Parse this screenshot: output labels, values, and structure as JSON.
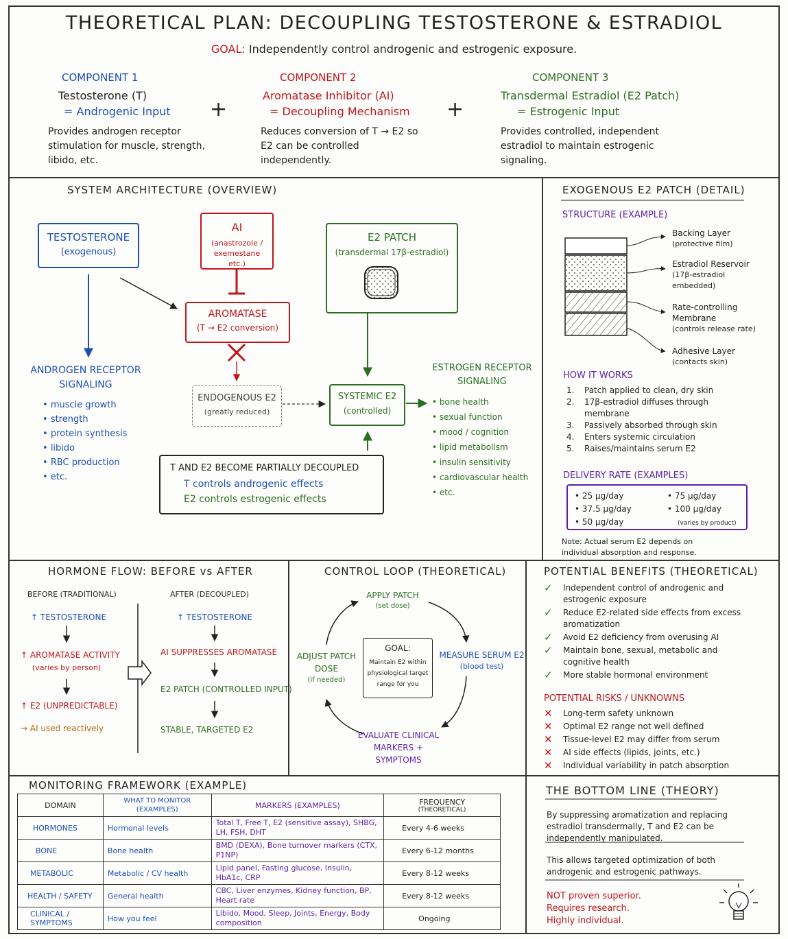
{
  "header": {
    "title": "THEORETICAL PLAN: DECOUPLING TESTOSTERONE & ESTRADIOL",
    "goal_label": "GOAL:",
    "goal_text": "Independently control androgenic and estrogenic exposure."
  },
  "components": [
    {
      "heading": "COMPONENT 1",
      "name": "Testosterone (T)",
      "role": "= Androgenic Input",
      "desc": "Provides androgen receptor stimulation for muscle, strength, libido, etc."
    },
    {
      "heading": "COMPONENT 2",
      "name": "Aromatase Inhibitor (AI)",
      "role": "= Decoupling Mechanism",
      "desc": "Reduces conversion of T → E2 so E2 can be controlled independently."
    },
    {
      "heading": "COMPONENT 3",
      "name": "Transdermal Estradiol (E2 Patch)",
      "role": "= Estrogenic Input",
      "desc": "Provides controlled, independent estradiol to maintain estrogenic signaling."
    }
  ],
  "plus_sign": "+",
  "architecture": {
    "title": "SYSTEM ARCHITECTURE (OVERVIEW)",
    "testosterone_box": {
      "title": "TESTOSTERONE",
      "sub": "(exogenous)"
    },
    "ai_box": {
      "title": "AI",
      "sub": "(anastrozole / exemestane etc.)"
    },
    "patch_box": {
      "title": "E2 PATCH",
      "sub": "(transdermal 17β-estradiol)"
    },
    "aromatase_box": {
      "title": "AROMATASE",
      "sub": "(T → E2 conversion)"
    },
    "endogenous_box": {
      "title": "ENDOGENOUS E2",
      "sub": "(greatly reduced)"
    },
    "systemic_box": {
      "title": "SYSTEMIC E2",
      "sub": "(controlled)"
    },
    "androgen": {
      "title": "ANDROGEN RECEPTOR SIGNALING",
      "items": [
        "muscle growth",
        "strength",
        "protein synthesis",
        "libido",
        "RBC production",
        "etc."
      ]
    },
    "estrogen": {
      "title": "ESTROGEN RECEPTOR SIGNALING",
      "items": [
        "bone health",
        "sexual function",
        "mood / cognition",
        "lipid metabolism",
        "insulin sensitivity",
        "cardiovascular health",
        "etc."
      ]
    },
    "decoupled": {
      "title": "T AND E2 BECOME PARTIALLY DECOUPLED",
      "line1": "T controls androgenic effects",
      "line2": "E2 controls estrogenic effects"
    }
  },
  "patch_detail": {
    "title": "EXOGENOUS E2 PATCH (DETAIL)",
    "structure_title": "STRUCTURE (EXAMPLE)",
    "layers": [
      {
        "name": "Backing Layer",
        "note": "(protective film)"
      },
      {
        "name": "Estradiol Reservoir",
        "note": "(17β-estradiol embedded)"
      },
      {
        "name": "Rate-controlling Membrane",
        "note": "(controls release rate)"
      },
      {
        "name": "Adhesive Layer",
        "note": "(contacts skin)"
      }
    ],
    "how_title": "HOW IT WORKS",
    "steps": [
      {
        "n": "1.",
        "text": "Patch applied to clean, dry skin"
      },
      {
        "n": "2.",
        "text": "17β-estradiol diffuses through membrane"
      },
      {
        "n": "3.",
        "text": "Passively absorbed through skin"
      },
      {
        "n": "4.",
        "text": "Enters systemic circulation"
      },
      {
        "n": "5.",
        "text": "Raises/maintains serum E2"
      }
    ],
    "rate_title": "DELIVERY RATE (EXAMPLES)",
    "rates_left": [
      "25 μg/day",
      "37.5 μg/day",
      "50 μg/day"
    ],
    "rates_right": [
      "75 μg/day",
      "100 μg/day"
    ],
    "rates_note": "(varies by product)",
    "note": "Note: Actual serum E2 depends on individual absorption and response."
  },
  "hormone_flow": {
    "title": "HORMONE FLOW: BEFORE vs AFTER",
    "before_title": "BEFORE (TRADITIONAL)",
    "after_title": "AFTER (DECOUPLED)",
    "before": {
      "s1": "↑ TESTOSTERONE",
      "s2": "↑ AROMATASE ACTIVITY",
      "s2_note": "(varies by person)",
      "s3": "↑ E2 (UNPREDICTABLE)",
      "s4": "→ AI used reactively"
    },
    "after": {
      "s1": "↑ TESTOSTERONE",
      "s2": "AI SUPPRESSES AROMATASE",
      "s3": "E2 PATCH (CONTROLLED INPUT)",
      "s4": "STABLE, TARGETED E2"
    },
    "down_arrow": "↓"
  },
  "control_loop": {
    "title": "CONTROL LOOP (THEORETICAL)",
    "apply": {
      "title": "APPLY PATCH",
      "note": "(set dose)"
    },
    "measure": {
      "title": "MEASURE SERUM E2",
      "note": "(blood test)"
    },
    "evaluate": {
      "title": "EVALUATE CLINICAL MARKERS + SYMPTOMS"
    },
    "adjust": {
      "title": "ADJUST PATCH DOSE",
      "note": "(if needed)"
    },
    "goal_title": "GOAL:",
    "goal_text": "Maintain E2 within physiological target range for you"
  },
  "benefits": {
    "title": "POTENTIAL BENEFITS (THEORETICAL)",
    "check": "✓",
    "items": [
      "Independent control of androgenic and estrogenic exposure",
      "Reduce E2-related side effects from excess aromatization",
      "Avoid E2 deficiency from overusing AI",
      "Maintain bone, sexual, metabolic and cognitive health",
      "More stable hormonal environment"
    ]
  },
  "risks": {
    "title": "POTENTIAL RISKS / UNKNOWNS",
    "cross": "✕",
    "items": [
      "Long-term safety unknown",
      "Optimal E2 range not well defined",
      "Tissue-level E2 may differ from serum",
      "AI side effects (lipids, joints, etc.)",
      "Individual variability in patch absorption"
    ]
  },
  "monitoring": {
    "title": "MONITORING FRAMEWORK (EXAMPLE)",
    "headers": {
      "domain": "DOMAIN",
      "what": "WHAT TO MONITOR (EXAMPLES)",
      "markers": "MARKERS (EXAMPLES)",
      "freq": "FREQUENCY",
      "freq_note": "(THEORETICAL)"
    },
    "rows": [
      {
        "domain": "HORMONES",
        "what": "Hormonal levels",
        "markers": "Total T, Free T, E2 (sensitive assay), SHBG, LH, FSH, DHT",
        "freq": "Every 4-6 weeks"
      },
      {
        "domain": "BONE",
        "what": "Bone health",
        "markers": "BMD (DEXA), Bone turnover markers (CTX, P1NP)",
        "freq": "Every 6-12 months"
      },
      {
        "domain": "METABOLIC",
        "what": "Metabolic / CV health",
        "markers": "Lipid panel, Fasting glucose, Insulin, HbA1c, CRP",
        "freq": "Every 8-12 weeks"
      },
      {
        "domain": "HEALTH / SAFETY",
        "what": "General health",
        "markers": "CBC, Liver enzymes, Kidney function, BP, Heart rate",
        "freq": "Every 8-12 weeks"
      },
      {
        "domain": "CLINICAL / SYMPTOMS",
        "what": "How you feel",
        "markers": "Libido, Mood, Sleep, Joints, Energy, Body composition",
        "freq": "Ongoing"
      }
    ]
  },
  "bottom_line": {
    "title": "THE BOTTOM LINE (THEORY)",
    "p1": "By suppressing aromatization and replacing estradiol transdermally, T and E2 can be independently manipulated.",
    "p2": "This allows targeted optimization of both androgenic and estrogenic pathways.",
    "warn1": "NOT proven superior.",
    "warn2": "Requires research.",
    "warn3": "Highly individual."
  },
  "colors": {
    "blue": "#1d4fb3",
    "red": "#c0161b",
    "green": "#2a6e21",
    "purple": "#5b1fa8"
  },
  "icons": [
    "lightbulb-icon",
    "check-icon",
    "cross-icon",
    "arrow-icon",
    "inhibit-icon"
  ]
}
